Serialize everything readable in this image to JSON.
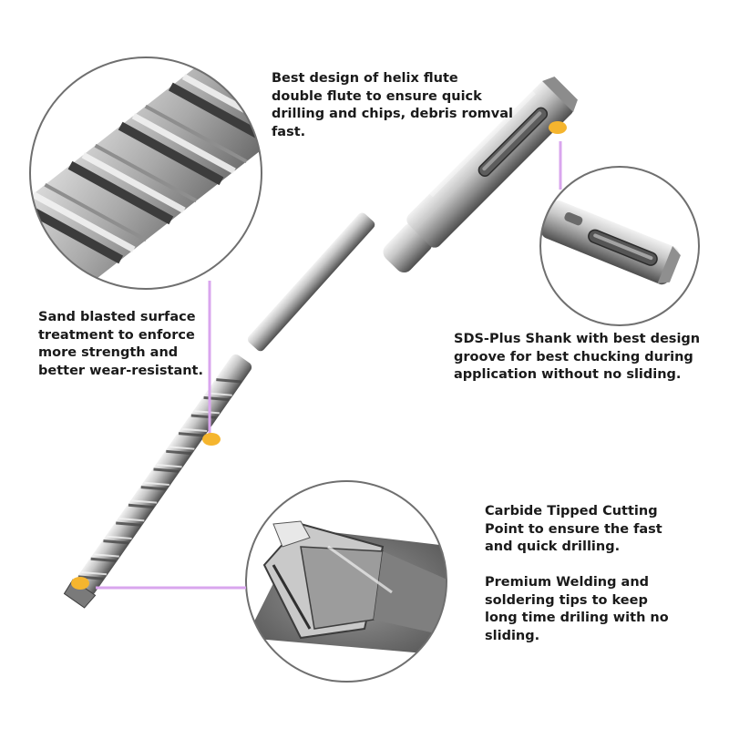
{
  "callouts": {
    "helix_flute": {
      "lines": [
        "Best design of helix flute",
        "double flute to ensure quick",
        "drilling and chips, debris romval",
        "fast."
      ]
    },
    "sand_blasted": {
      "lines": [
        "Sand blasted surface",
        "treatment to enforce",
        "more strength and",
        "better wear-resistant."
      ]
    },
    "sds_plus": {
      "lines": [
        "SDS-Plus Shank with best design",
        "groove for best chucking during",
        "application without no sliding."
      ]
    },
    "carbide_tip": {
      "lines": [
        "Carbide Tipped Cutting",
        "Point to ensure the fast",
        "and quick drilling."
      ]
    },
    "welding": {
      "lines": [
        "Premium Welding and",
        "soldering tips to keep",
        "long time driling with no",
        "sliding."
      ]
    }
  },
  "colors": {
    "background": "#ffffff",
    "marker_dot": "#f5b52e",
    "leader_line": "#d9a6ee",
    "circle_border": "#6f6f6f",
    "steel_light": "#d8d8d8",
    "steel_dark": "#5a5a5a",
    "text": "#1a1a1a"
  }
}
